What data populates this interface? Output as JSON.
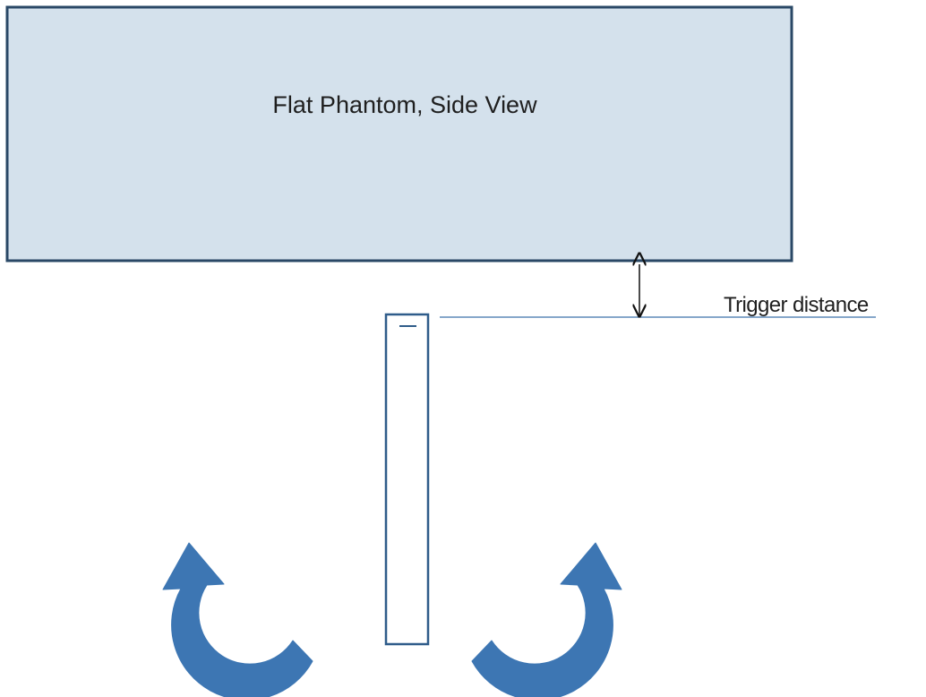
{
  "phantom": {
    "label": "Flat Phantom, Side View"
  },
  "trigger": {
    "label": "Trigger distance"
  },
  "colors": {
    "phantom_fill": "#d4e1ec",
    "phantom_stroke": "#2a4866",
    "probe_stroke": "#2f5c8a",
    "trigger_line": "#5f8ab8",
    "arrow_blue": "#3d76b3",
    "dimension_arrow": "#111111"
  },
  "icons": {
    "dimension": "double-headed-vertical-arrow",
    "rotation_left": "curved-arrow-counterclockwise",
    "rotation_right": "curved-arrow-clockwise"
  }
}
